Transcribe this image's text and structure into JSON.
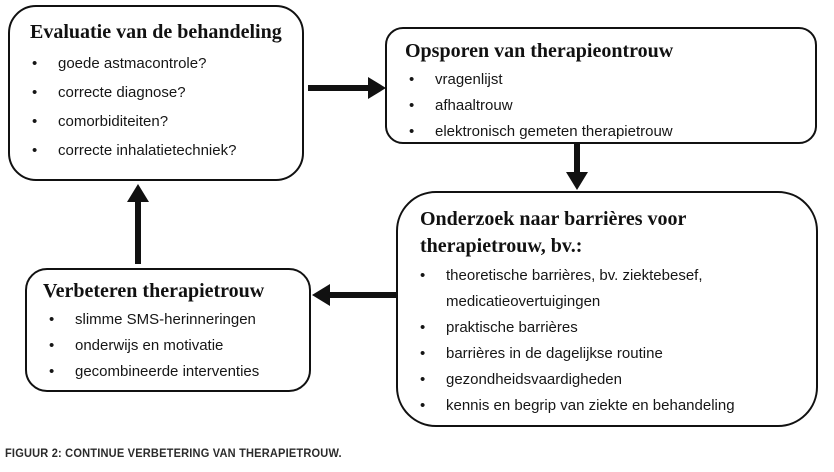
{
  "figure": {
    "caption": "FIGUUR 2: CONTINUE VERBETERING VAN THERAPIETROUW."
  },
  "boxes": {
    "evaluatie": {
      "title": "Evaluatie van de behandeling",
      "items": [
        "goede astmacontrole?",
        "correcte diagnose?",
        "comorbiditeiten?",
        "correcte inhalatietechniek?"
      ]
    },
    "opsporen": {
      "title": "Opsporen van therapieontrouw",
      "items": [
        "vragenlijst",
        "afhaaltrouw",
        "elektronisch gemeten therapietrouw"
      ]
    },
    "onderzoek": {
      "title": "Onderzoek naar barrières voor therapietrouw, bv.:",
      "items": [
        "theoretische barrières, bv. ziektebesef, medicatieovertuigingen",
        "praktische barrières",
        "barrières in de dagelijkse routine",
        "gezondheidsvaardigheden",
        "kennis en begrip van ziekte en behandeling"
      ]
    },
    "verbeteren": {
      "title": "Verbeteren therapietrouw",
      "items": [
        "slimme SMS-herinneringen",
        "onderwijs en motivatie",
        "gecombineerde interventies"
      ]
    }
  },
  "flow": {
    "arrows": [
      "evaluatie-to-opsporen",
      "opsporen-to-onderzoek",
      "onderzoek-to-verbeteren",
      "verbeteren-to-evaluatie"
    ]
  },
  "colors": {
    "border": "#111111",
    "text": "#111111",
    "arrow": "#111111",
    "caption": "#2b2b2b",
    "background": "#ffffff"
  }
}
